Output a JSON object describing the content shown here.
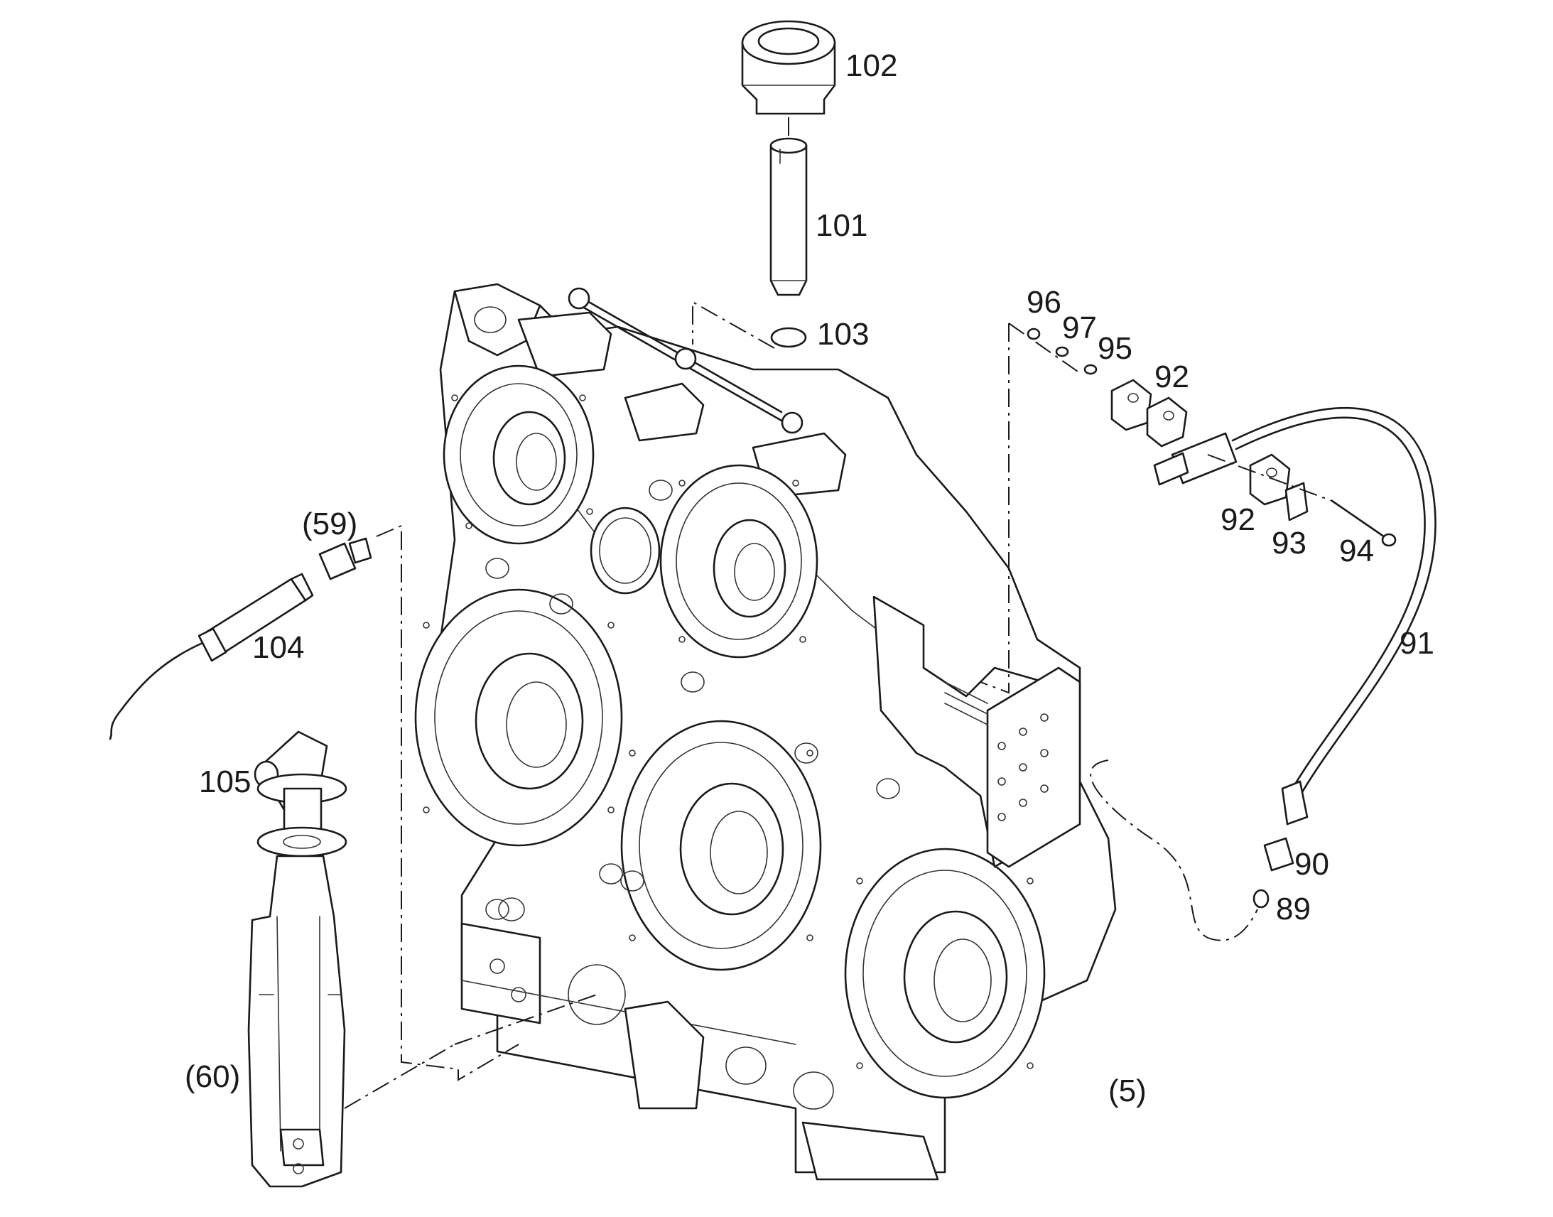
{
  "diagram": {
    "callouts": {
      "p102": "102",
      "p101": "101",
      "p103": "103",
      "p96": "96",
      "p97": "97",
      "p95": "95",
      "p92a": "92",
      "p92b": "92",
      "p93": "93",
      "p94": "94",
      "p91": "91",
      "p90": "90",
      "p89": "89",
      "p59": "(59)",
      "p104": "104",
      "p105": "105",
      "p60": "(60)",
      "p5": "(5)"
    },
    "line_color": "#1a1a1a",
    "background": "#ffffff"
  }
}
